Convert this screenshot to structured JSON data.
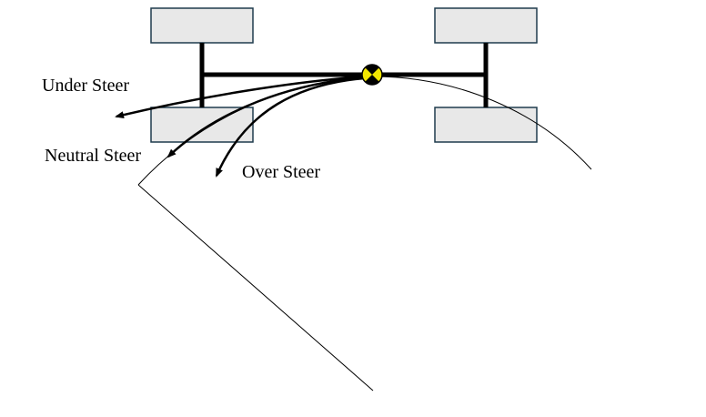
{
  "labels": {
    "under_steer": "Under Steer",
    "neutral_steer": "Neutral Steer",
    "over_steer": "Over Steer"
  },
  "colors": {
    "wheel_fill": "#e8e8e8",
    "wheel_stroke": "#1f3b4d",
    "cg_marker_yellow": "#f2e600",
    "line": "#000000"
  }
}
